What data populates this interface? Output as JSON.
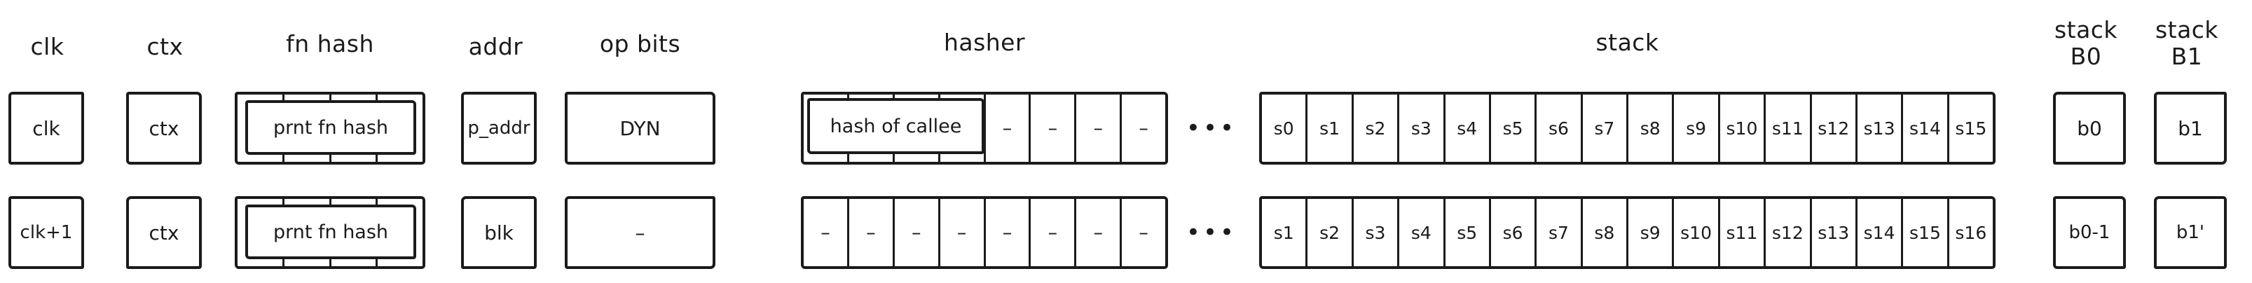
{
  "diagram": {
    "title_row_labels": [
      "clk",
      "ctx",
      "fn hash",
      "addr",
      "op bits",
      "hasher",
      "stack",
      "stack B0",
      "stack B1"
    ],
    "ellipsis": "•••",
    "dash": "–"
  },
  "columns": {
    "clk": {
      "header": "clk",
      "row1": "clk",
      "row2": "clk+1"
    },
    "ctx": {
      "header": "ctx",
      "row1": "ctx",
      "row2": "ctx"
    },
    "fn_hash": {
      "header": "fn hash",
      "cells": 4,
      "row1_overlay": "prnt fn hash",
      "row2_overlay": "prnt fn hash"
    },
    "addr": {
      "header": "addr",
      "row1": "p_addr",
      "row2": "blk"
    },
    "op_bits": {
      "header": "op bits",
      "row1": "DYN",
      "row2": "–"
    },
    "hasher": {
      "header": "hasher",
      "cells": 8,
      "row1_overlay": "hash of callee",
      "row1_overlay_span": 4,
      "row1_values": [
        "",
        "",
        "",
        "",
        "–",
        "–",
        "–",
        "–"
      ],
      "row2_values": [
        "–",
        "–",
        "–",
        "–",
        "–",
        "–",
        "–",
        "–"
      ]
    },
    "stack": {
      "header": "stack",
      "cells": 16,
      "leading_ellipsis": "•••",
      "row1_values": [
        "s0",
        "s1",
        "s2",
        "s3",
        "s4",
        "s5",
        "s6",
        "s7",
        "s8",
        "s9",
        "s10",
        "s11",
        "s12",
        "s13",
        "s14",
        "s15"
      ],
      "row2_values": [
        "s1",
        "s2",
        "s3",
        "s4",
        "s5",
        "s6",
        "s7",
        "s8",
        "s9",
        "s10",
        "s11",
        "s12",
        "s13",
        "s14",
        "s15",
        "s16"
      ]
    },
    "stack_b0": {
      "header": "stack\nB0",
      "row1": "b0",
      "row2": "b0-1"
    },
    "stack_b1": {
      "header": "stack\nB1",
      "row1": "b1",
      "row2": "b1'"
    }
  },
  "colors": {
    "ink": "#1b1b1b",
    "background": "#ffffff"
  }
}
